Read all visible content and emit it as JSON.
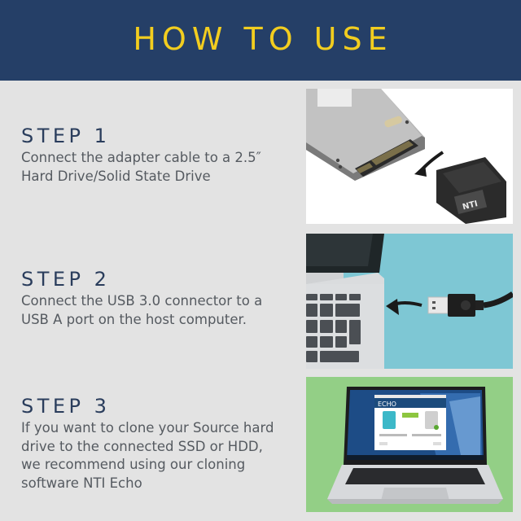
{
  "header": {
    "title": "HOW TO USE"
  },
  "steps": [
    {
      "title": "STEP 1",
      "description_lines": [
        "Connect the adapter cable to a 2.5″",
        "Hard Drive/Solid State Drive"
      ],
      "image": {
        "subject": "2.5-inch SSD with SATA adapter",
        "label": "NTI",
        "icon": "arrow-icon"
      }
    },
    {
      "title": "STEP 2",
      "description_lines": [
        "Connect the USB 3.0 connector to a",
        "USB A port on the host computer."
      ],
      "image": {
        "subject": "laptop side USB port with USB-A plug",
        "icon": "arrow-icon"
      }
    },
    {
      "title": "STEP 3",
      "description_lines": [
        "If you want to clone your Source hard",
        "drive to the connected SSD or HDD,",
        "we recommend using our cloning",
        "software NTI Echo"
      ],
      "image": {
        "subject": "laptop running NTI Echo software",
        "app_label": "ECHO"
      }
    }
  ],
  "colors": {
    "header_bg": "#253f67",
    "header_text": "#f2cd1f",
    "page_bg": "#e3e3e3",
    "step_title": "#2a3d5c",
    "step_text": "#555a60",
    "photo2_bg": "#7ec7d4",
    "photo3_bg": "#93cf86"
  }
}
